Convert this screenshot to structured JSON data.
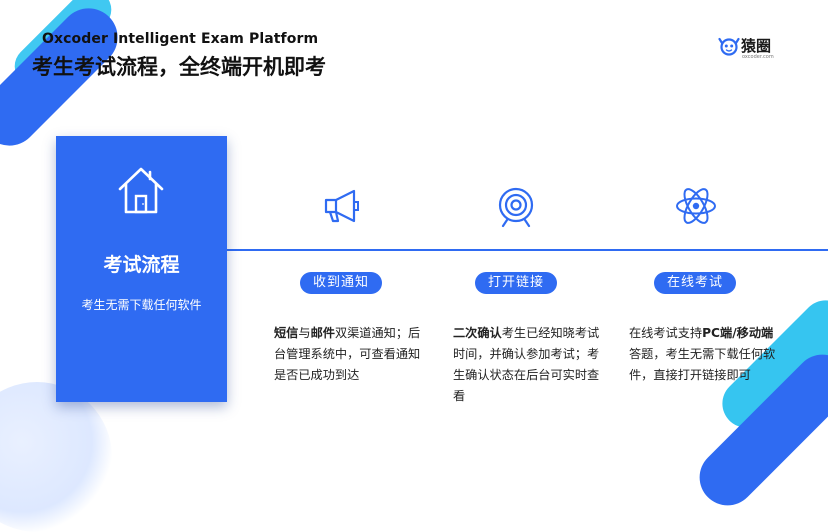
{
  "header": {
    "brand_en": "Oxcoder Intelligent Exam Platform",
    "title_cn": "考生考试流程，全终端开机即考"
  },
  "logo": {
    "name_cn": "猿圈",
    "domain": "oxcoder.com",
    "icon": "monkey-face-icon"
  },
  "card": {
    "icon": "house-icon",
    "title": "考试流程",
    "subtitle": "考生无需下载任何软件"
  },
  "steps": [
    {
      "icon": "megaphone-icon",
      "label": "收到通知",
      "desc": [
        "短信",
        "与",
        "邮件",
        "双渠道通知；后台管理系统中，可查看通知是否已成功到达"
      ]
    },
    {
      "icon": "target-icon",
      "label": "打开链接",
      "desc": [
        "二次确认",
        "考生已经知晓考试时间，并确认参加考试；考生确认状态在后台可实时查看"
      ]
    },
    {
      "icon": "atom-icon",
      "label": "在线考试",
      "desc": [
        "在线考试支持",
        "PC端/移动端",
        "答题，考生无需下载任何软件，直接打开链接即可"
      ]
    }
  ],
  "colors": {
    "primary": "#2f6bf2",
    "accent": "#36c5f0"
  }
}
